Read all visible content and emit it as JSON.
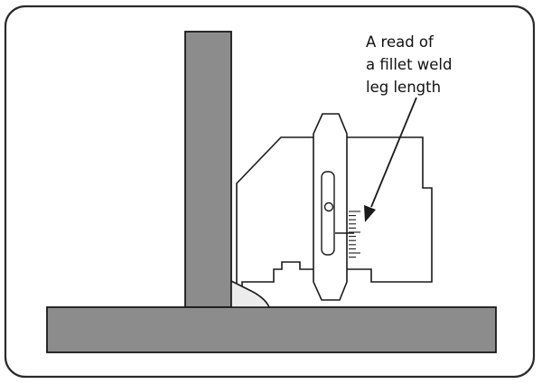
{
  "annotation": {
    "line1": "A read of",
    "line2": "a fillet weld",
    "line3": "leg length"
  },
  "colors": {
    "steel_plate": "#8c8c8c",
    "weld_bead": "#ececec",
    "gauge_body": "#ffffff",
    "outline": "#1a1a1a",
    "frame": "#2a2a2a"
  }
}
